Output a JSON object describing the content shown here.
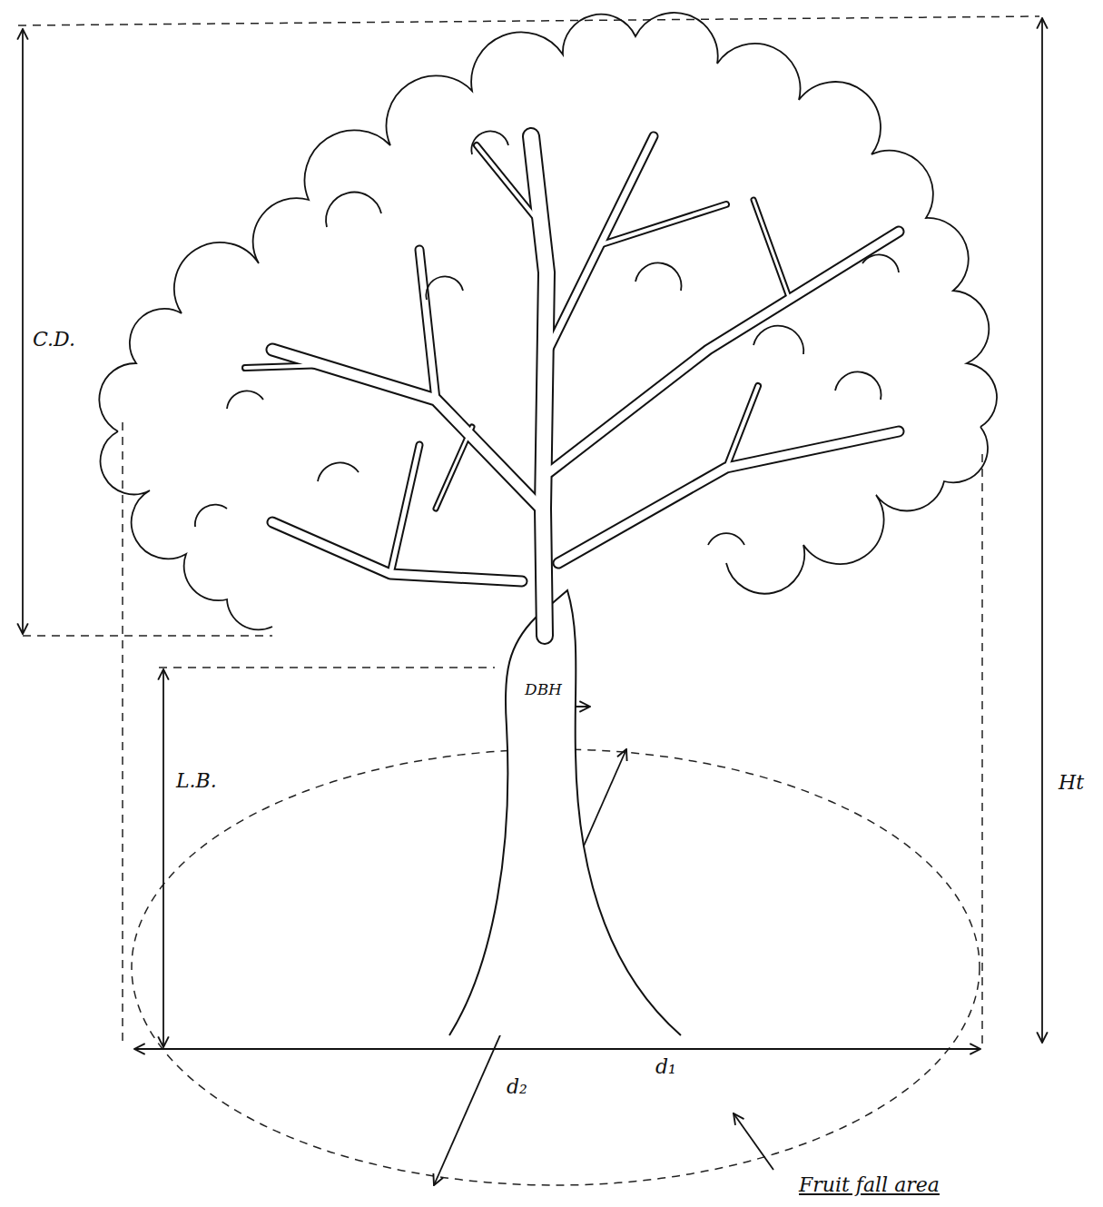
{
  "diagram": {
    "labels": [
      "C.D.",
      "Ht",
      "L.B.",
      "DBH",
      "d₁",
      "d₂",
      "Fruit fall area"
    ]
  }
}
